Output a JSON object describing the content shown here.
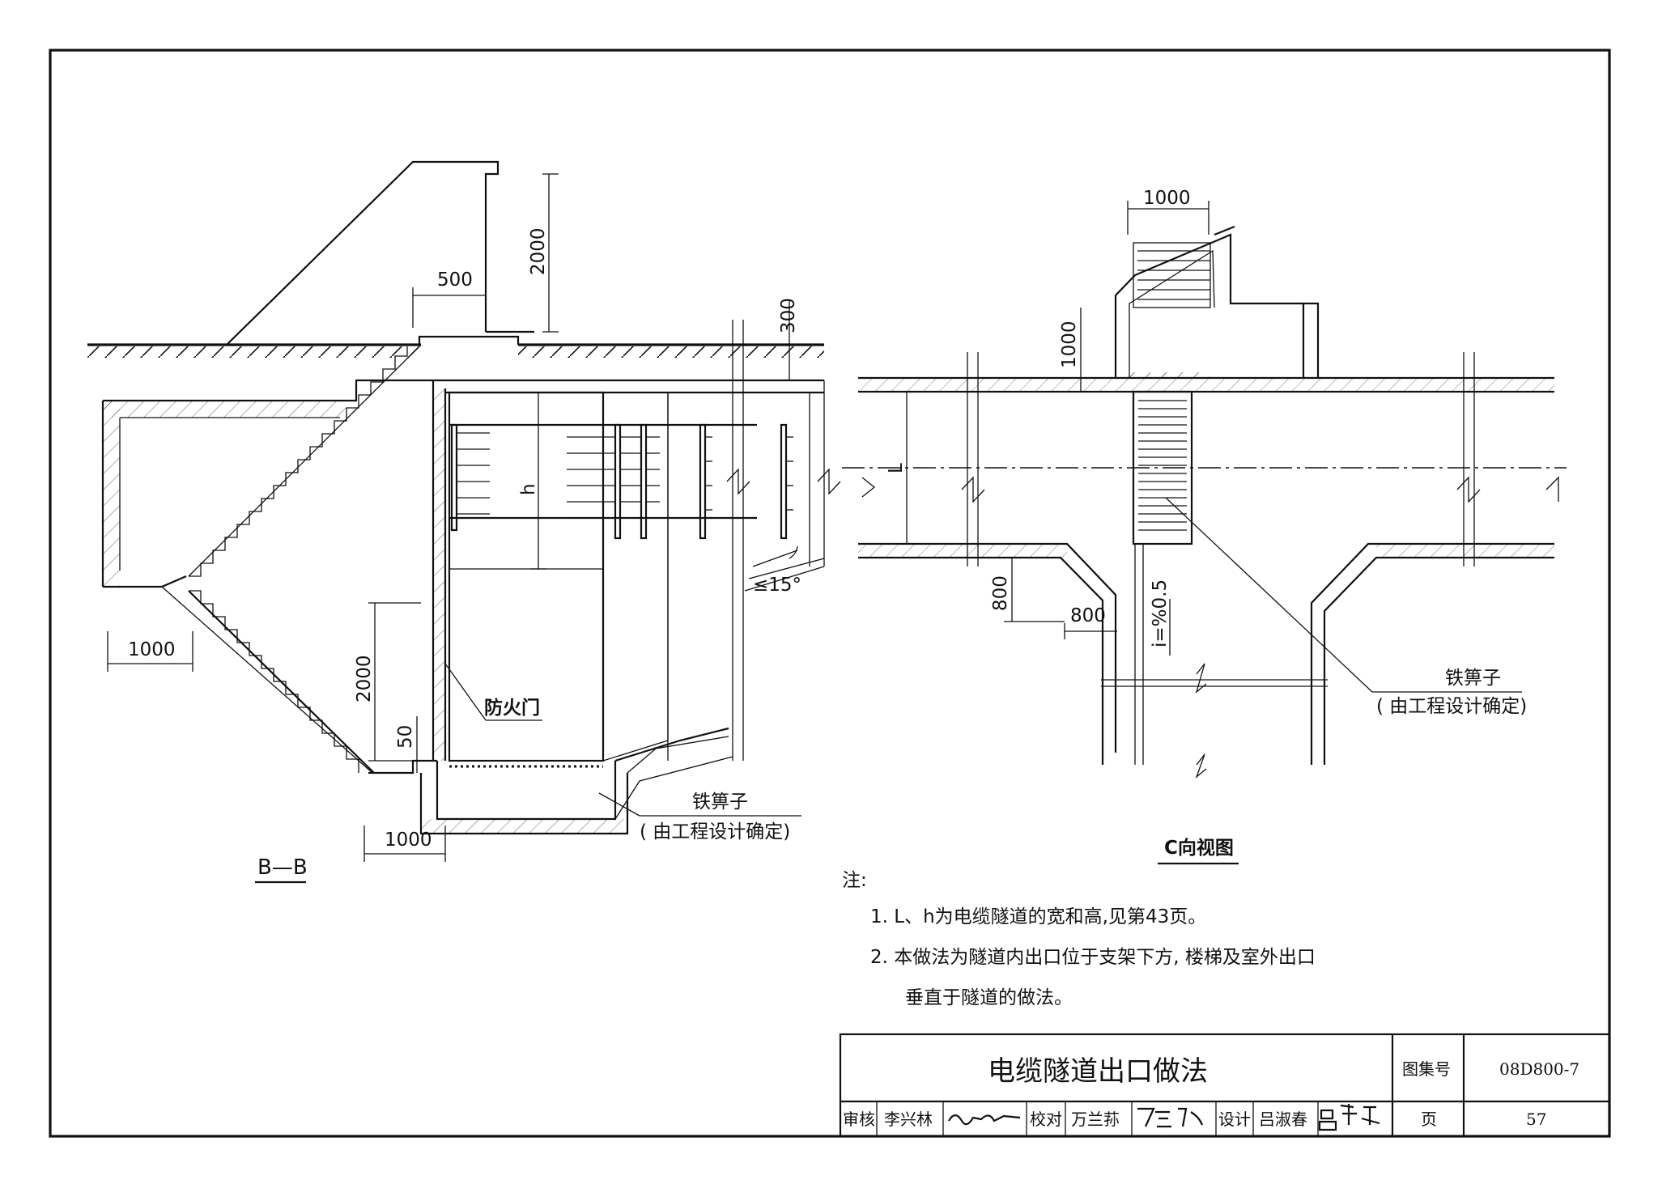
{
  "section_bb": {
    "title": "B—B",
    "dims": {
      "dim_500": "500",
      "dim_2000_top": "2000",
      "dim_300": "300",
      "dim_h": "h",
      "dim_1000_left": "1000",
      "dim_2000_door": "2000",
      "dim_50": "50",
      "dim_1000_bottom": "1000",
      "slope": "≤15°"
    },
    "labels": {
      "fire_door": "防火门",
      "grating": "铁箅子",
      "grating_note": "( 由工程设计确定)"
    }
  },
  "view_c": {
    "title": "C向视图",
    "dims": {
      "dim_1000_top": "1000",
      "dim_1000_side": "1000",
      "dim_L": "L",
      "dim_800_v": "800",
      "dim_800_h": "800",
      "slope": "i=%0.5"
    },
    "labels": {
      "grating": "铁箅子",
      "grating_note": "( 由工程设计确定)"
    }
  },
  "notes": {
    "heading": "注:",
    "items": [
      "1.  L、h为电缆隧道的宽和高,见第43页。",
      "2.  本做法为隧道内出口位于支架下方, 楼梯及室外出口",
      "垂直于隧道的做法。"
    ]
  },
  "title_block": {
    "drawing_title": "电缆隧道出口做法",
    "atlas_label": "图集号",
    "atlas_number": "08D800-7",
    "review_label": "审核",
    "reviewer": "李兴林",
    "check_label": "校对",
    "checker": "万兰荪",
    "design_label": "设计",
    "designer": "吕淑春",
    "page_label": "页",
    "page_number": "57"
  }
}
